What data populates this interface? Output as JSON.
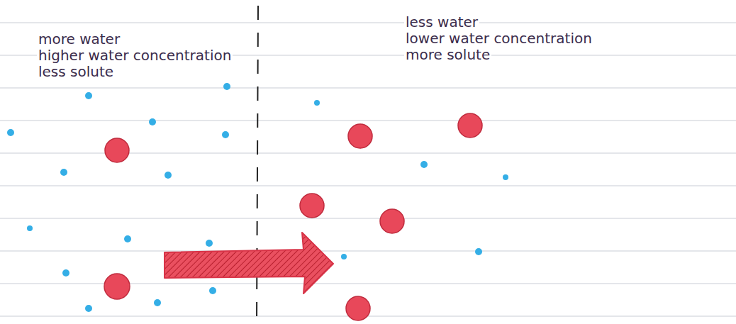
{
  "diagram": {
    "labels": [
      "more water",
      "higher water concentration",
      "less solute",
      "less water",
      "lower water concentration",
      "more solute"
    ]
  }
}
